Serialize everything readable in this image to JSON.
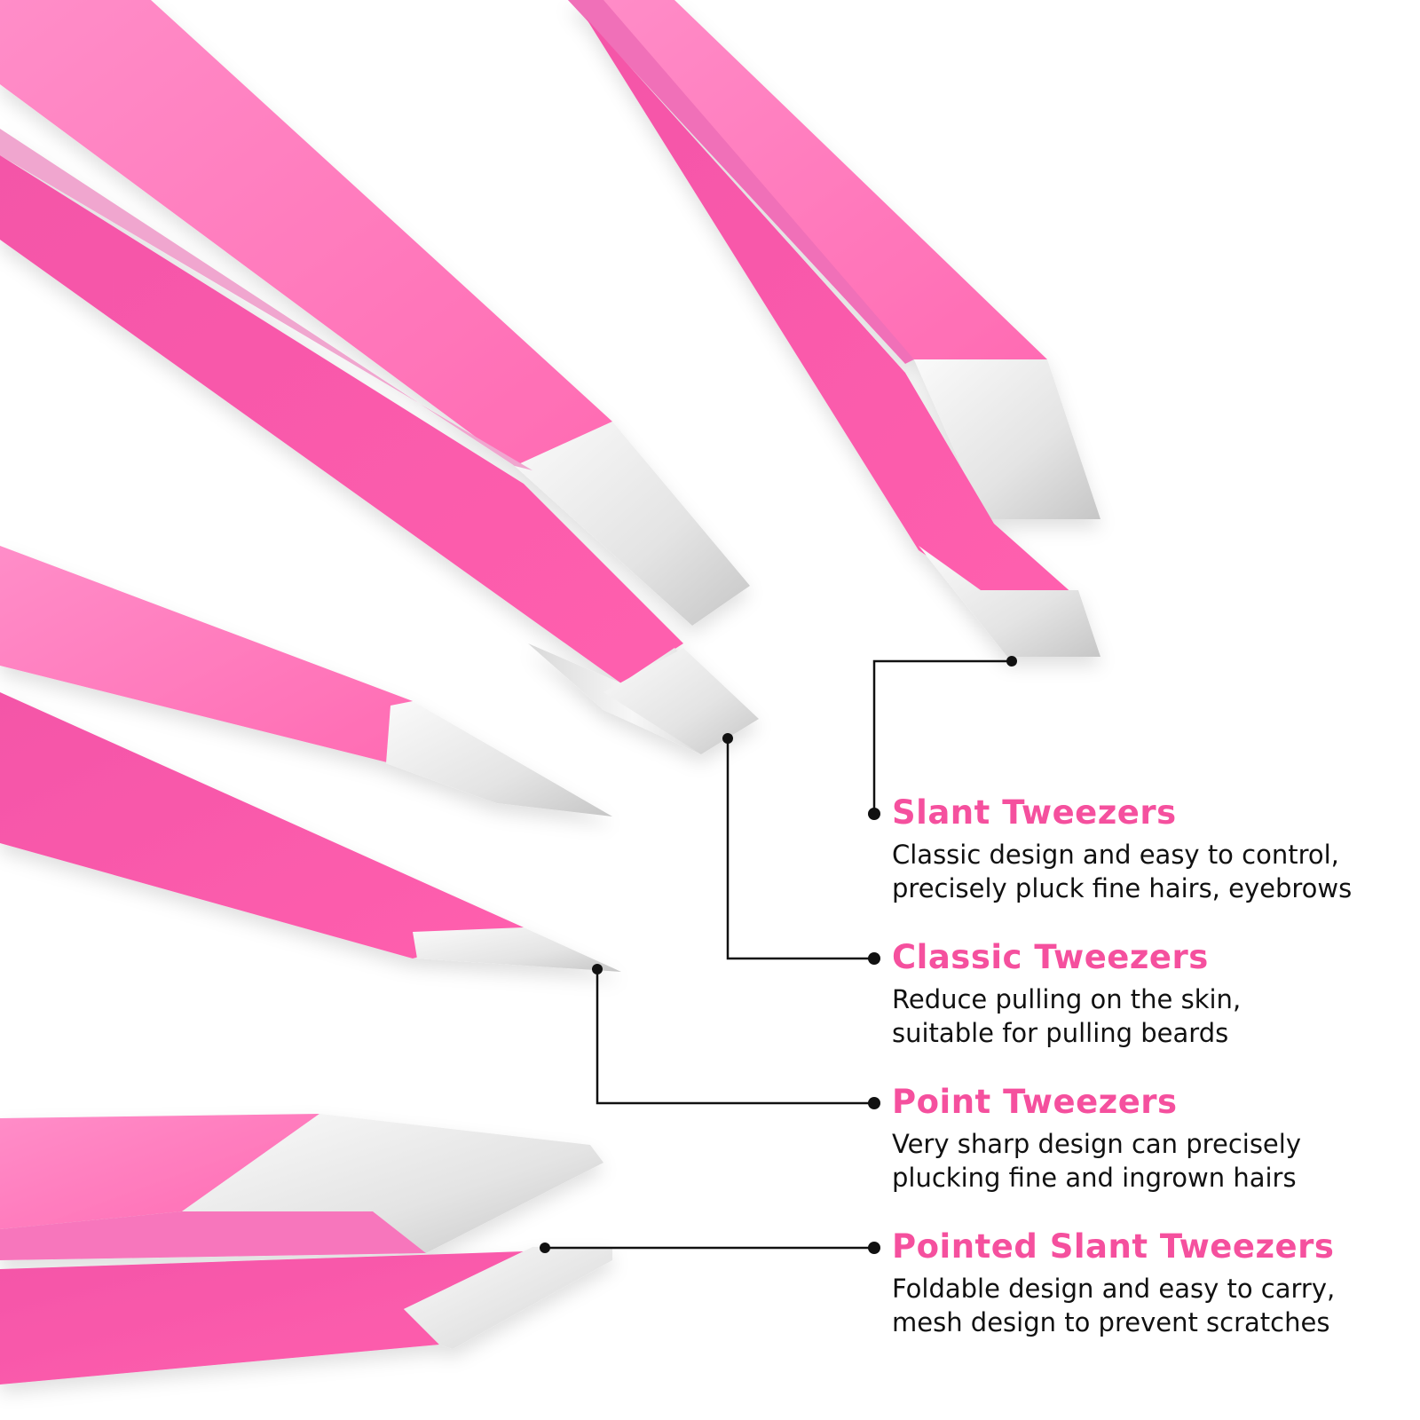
{
  "colors": {
    "accent": "#F5509E",
    "pink_light": "#FF85C4",
    "pink_mid": "#FF6DB5",
    "pink_dark": "#F54FA3",
    "steel_light": "#F2F2F2",
    "steel_dark": "#C9C9C9",
    "line": "#111111"
  },
  "labels": [
    {
      "title": "Slant Tweezers",
      "line1": "Classic design and easy to control,",
      "line2": "precisely pluck fine hairs, eyebrows"
    },
    {
      "title": "Classic Tweezers",
      "line1": "Reduce pulling on the skin,",
      "line2": "suitable for pulling beards"
    },
    {
      "title": "Point Tweezers",
      "line1": "Very sharp design can precisely",
      "line2": "plucking fine and ingrown hairs"
    },
    {
      "title": "Pointed Slant Tweezers",
      "line1": "Foldable design and easy to carry,",
      "line2": "mesh design to prevent scratches"
    }
  ]
}
